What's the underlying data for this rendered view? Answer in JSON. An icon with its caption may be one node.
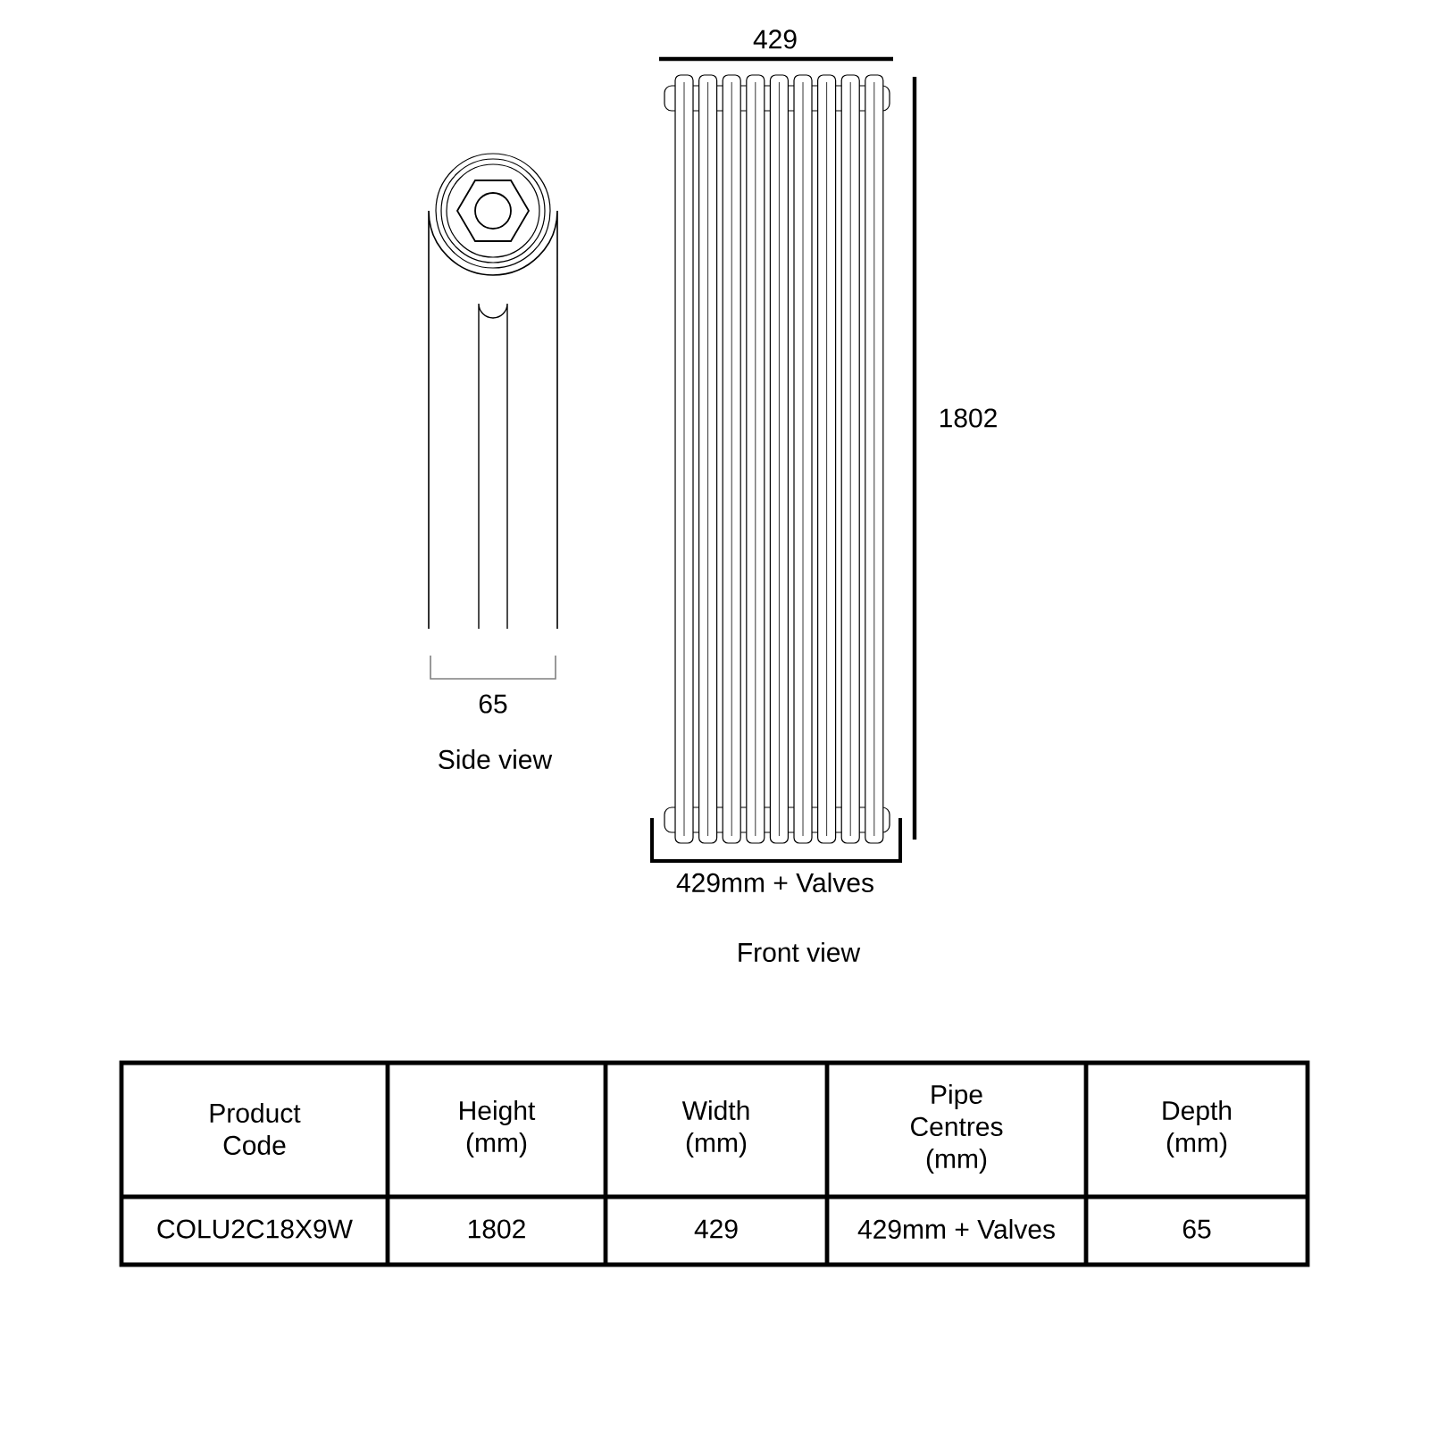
{
  "diagram": {
    "labels": [
      "429",
      "1802",
      "65",
      "Side view",
      "429mm + Valves",
      "Front view",
      "Product Code",
      "Height (mm)",
      "Width (mm)",
      "Pipe Centres (mm)",
      "Depth (mm)",
      "COLU2C18X9W",
      "1802",
      "429",
      "429mm + Valves",
      "65"
    ]
  }
}
